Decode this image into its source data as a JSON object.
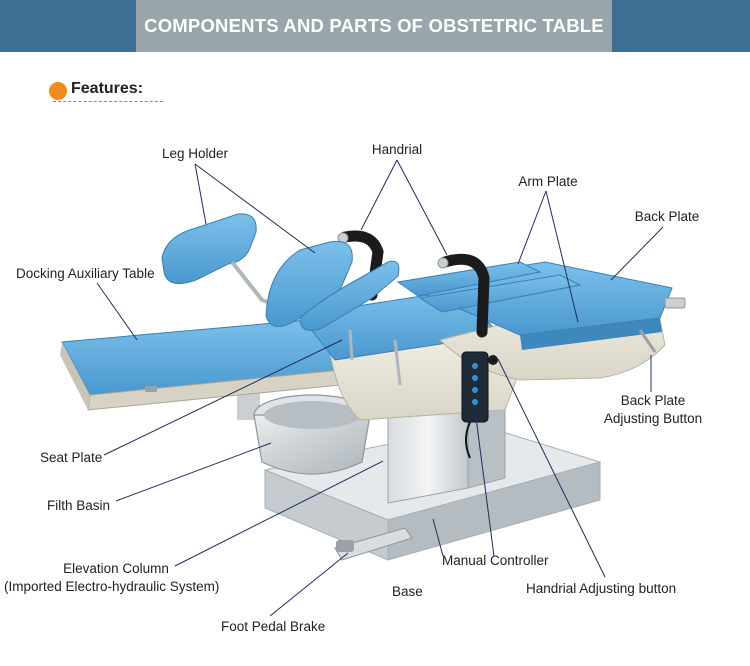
{
  "header": {
    "title": "COMPONENTS AND PARTS OF OBSTETRIC TABLE",
    "colors": {
      "band": "#3d6f95",
      "title_box": "#98a5ab",
      "accent": "#f28b1a",
      "cushion": "#5aa9de"
    }
  },
  "features": {
    "label": "Features:"
  },
  "labels": {
    "leg_holder": "Leg Holder",
    "handrial": "Handrial",
    "arm_plate": "Arm Plate",
    "back_plate": "Back Plate",
    "docking_auxiliary_table": "Docking Auxiliary Table",
    "back_plate_adjusting_button_1": "Back Plate",
    "back_plate_adjusting_button_2": "Adjusting Button",
    "seat_plate": "Seat Plate",
    "filth_basin": "Filth Basin",
    "elevation_column_1": "Elevation Column",
    "elevation_column_2": "(Imported Electro-hydraulic System)",
    "manual_controller": "Manual Controller",
    "handrial_adjusting_button": "Handrial Adjusting button",
    "base": "Base",
    "foot_pedal_brake": "Foot Pedal Brake"
  }
}
